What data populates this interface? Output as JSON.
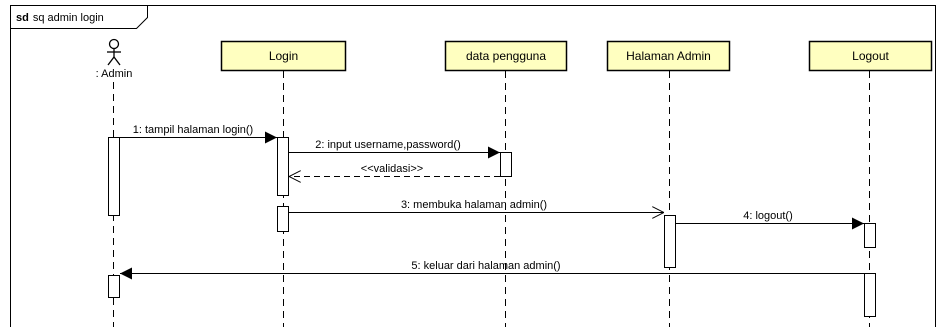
{
  "frame": {
    "keyword": "sd",
    "name": "sq admin login"
  },
  "actor": {
    "label": ": Admin"
  },
  "participants": [
    {
      "id": "login",
      "label": "Login"
    },
    {
      "id": "data",
      "label": "data pengguna"
    },
    {
      "id": "admin",
      "label": "Halaman Admin"
    },
    {
      "id": "logout",
      "label": "Logout"
    }
  ],
  "messages": [
    {
      "id": "m1",
      "label": "1: tampil halaman login()",
      "style": "sync"
    },
    {
      "id": "m2",
      "label": "2: input username,password()",
      "style": "sync"
    },
    {
      "id": "m2r",
      "label": "<<validasi>>",
      "style": "return"
    },
    {
      "id": "m3",
      "label": "3: membuka halaman admin()",
      "style": "async"
    },
    {
      "id": "m4",
      "label": "4: logout()",
      "style": "sync"
    },
    {
      "id": "m5",
      "label": "5: keluar dari halaman admin()",
      "style": "sync"
    }
  ],
  "colors": {
    "participant_fill": "#ffffc0",
    "line": "#000000",
    "activation_fill": "#ffffff",
    "background": "#ffffff"
  }
}
